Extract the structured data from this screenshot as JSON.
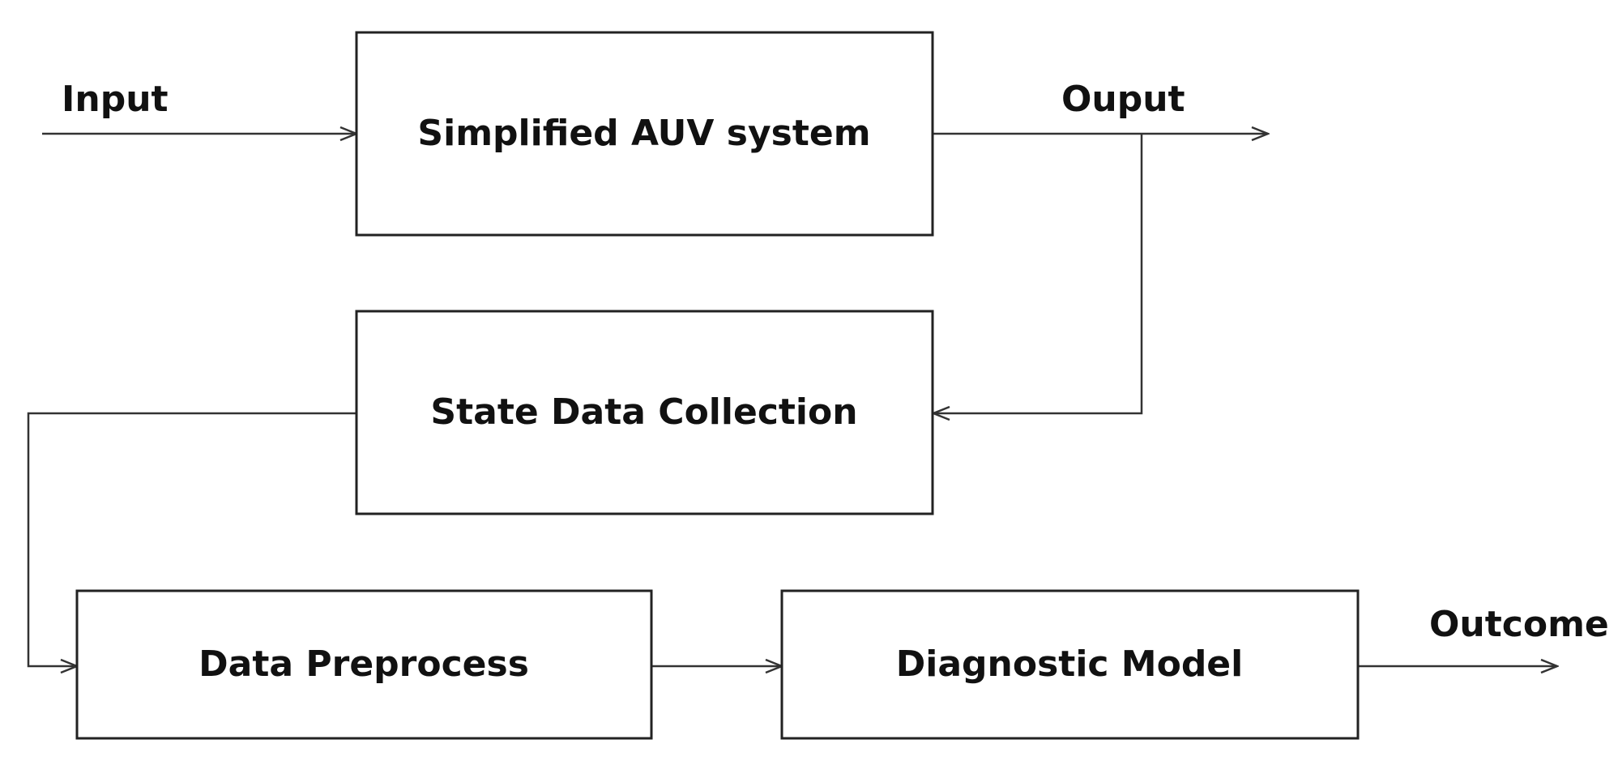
{
  "diagram": {
    "nodes": {
      "system": {
        "label": "Simplified AUV system"
      },
      "collection": {
        "label": "State Data Collection"
      },
      "preprocess": {
        "label": "Data Preprocess"
      },
      "model": {
        "label": "Diagnostic Model"
      }
    },
    "edge_labels": {
      "input": "Input",
      "output": "Ouput",
      "outcome": "Outcome"
    },
    "colors": {
      "line": "#333333",
      "box_border": "#222222",
      "text": "#111111",
      "background": "#ffffff"
    }
  }
}
